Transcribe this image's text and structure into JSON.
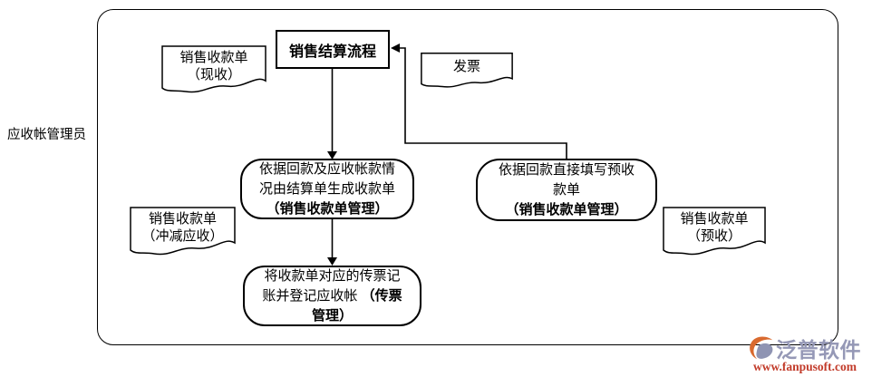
{
  "diagram": {
    "actor_label": "应收帐管理员",
    "title": "销售结算流程",
    "documents": {
      "cash": {
        "line1": "销售收款单",
        "line2": "（现收）"
      },
      "invoice": {
        "line1": "发票"
      },
      "offset": {
        "line1": "销售收款单",
        "line2": "（冲减应收）"
      },
      "prepaid": {
        "line1": "销售收款单",
        "line2": "（预收）"
      }
    },
    "processes": {
      "generate": {
        "text": "依据回款及应收帐款情况由结算单生成收款单",
        "bold": "（销售收款单管理）"
      },
      "prepay": {
        "text": "依据回款直接填写预收款单 ",
        "bold": "（销售收款单管理）"
      },
      "voucher": {
        "text": "将收款单对应的传票记账并登记应收帐 ",
        "bold": "（传票管理）"
      }
    }
  },
  "logo": {
    "name": "泛普软件",
    "url": "www.fanpusoft.com",
    "colors": {
      "icon_orange": "#d96a2f",
      "icon_slate": "#8f94b3",
      "name_color": "#9598b6",
      "url_color": "#c23b2a"
    }
  }
}
